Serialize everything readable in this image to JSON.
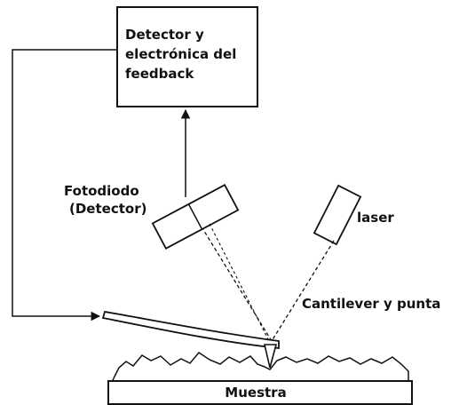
{
  "labels": {
    "detector_box": [
      "Detector y",
      "electrónica del",
      "feedback"
    ],
    "photodiode": [
      "Fotodiodo",
      "(Detector)"
    ],
    "laser": "laser",
    "cantilever": "Cantilever y punta",
    "sample": "Muestra"
  },
  "colors": {
    "ink": "#111111",
    "background": "#ffffff"
  }
}
